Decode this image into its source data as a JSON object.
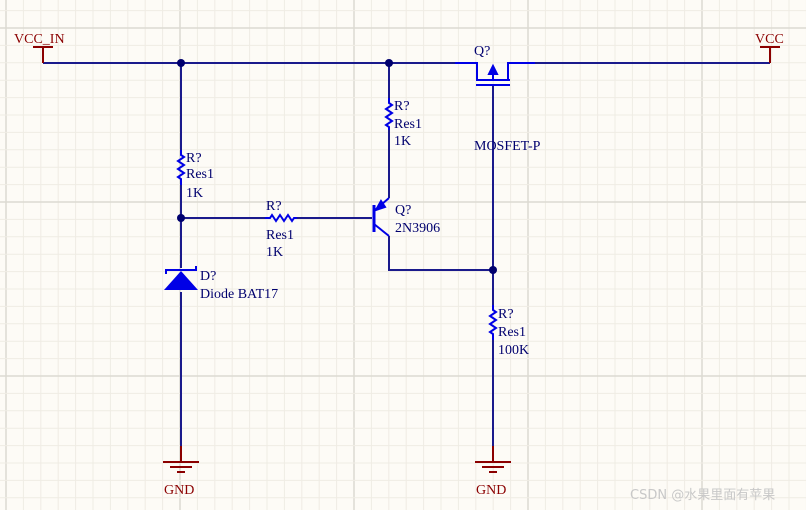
{
  "title": "Schematic",
  "power": {
    "vcc_in": "VCC_IN",
    "vcc": "VCC",
    "gnd_left": "GND",
    "gnd_right": "GND"
  },
  "components": {
    "r_top_left": {
      "designator": "R?",
      "comment": "Res1",
      "value": "1K"
    },
    "r_base": {
      "designator": "R?",
      "comment": "Res1",
      "value": "1K"
    },
    "r_emitter": {
      "designator": "R?",
      "comment": "Res1",
      "value": "1K"
    },
    "r_pulldown": {
      "designator": "R?",
      "comment": "Res1",
      "value": "100K"
    },
    "diode": {
      "designator": "D?",
      "comment": "Diode BAT17"
    },
    "bjt": {
      "designator": "Q?",
      "comment": "2N3906"
    },
    "mosfet": {
      "designator": "Q?",
      "comment": "MOSFET-P"
    }
  },
  "watermark": "CSDN @水果里面有苹果",
  "colors": {
    "wire": "#1a1a8c",
    "component": "#0000e6",
    "power": "#8b0000",
    "label": "#00006e"
  }
}
